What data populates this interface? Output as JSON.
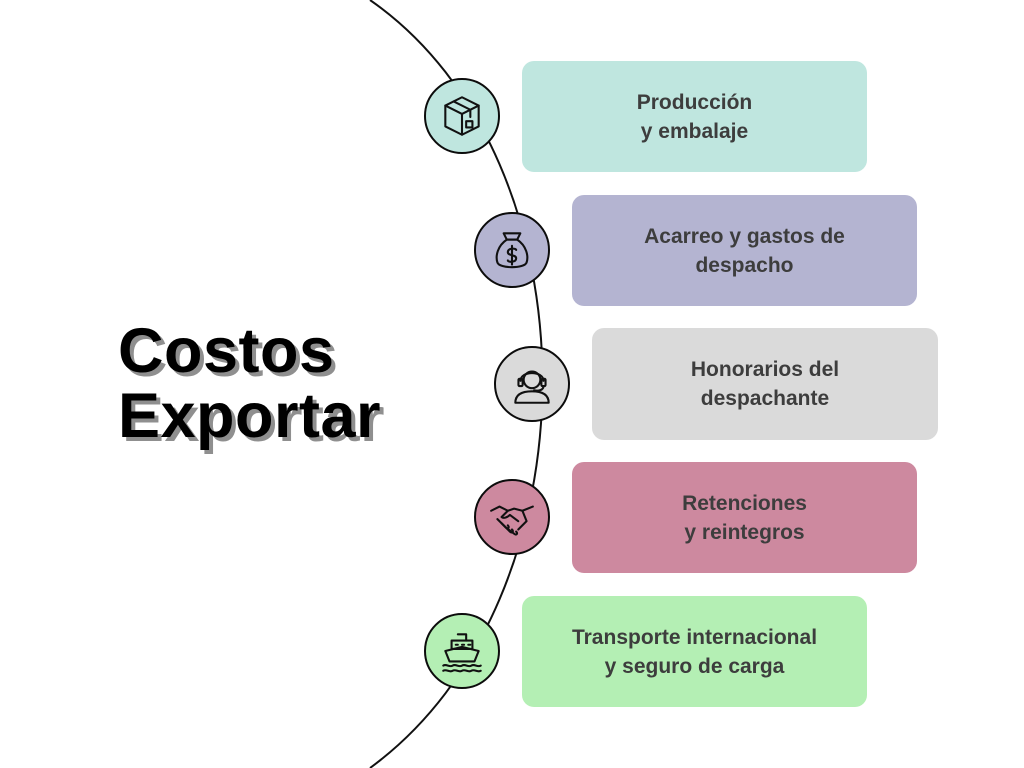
{
  "title": {
    "line1": "Costos",
    "line2": "Exportar"
  },
  "steps": [
    {
      "label": "Producción\ny embalaje",
      "icon": "box-icon",
      "color": "#bfe6df"
    },
    {
      "label": "Acarreo y gastos de\ndespacho",
      "icon": "money-bag-icon",
      "color": "#b4b4d1"
    },
    {
      "label": "Honorarios del\ndespachante",
      "icon": "headset-agent-icon",
      "color": "#dadada"
    },
    {
      "label": "Retenciones\ny reintegros",
      "icon": "handshake-icon",
      "color": "#cd899f"
    },
    {
      "label": "Transporte internacional\ny seguro de carga",
      "icon": "ship-icon",
      "color": "#b4efb4"
    }
  ]
}
